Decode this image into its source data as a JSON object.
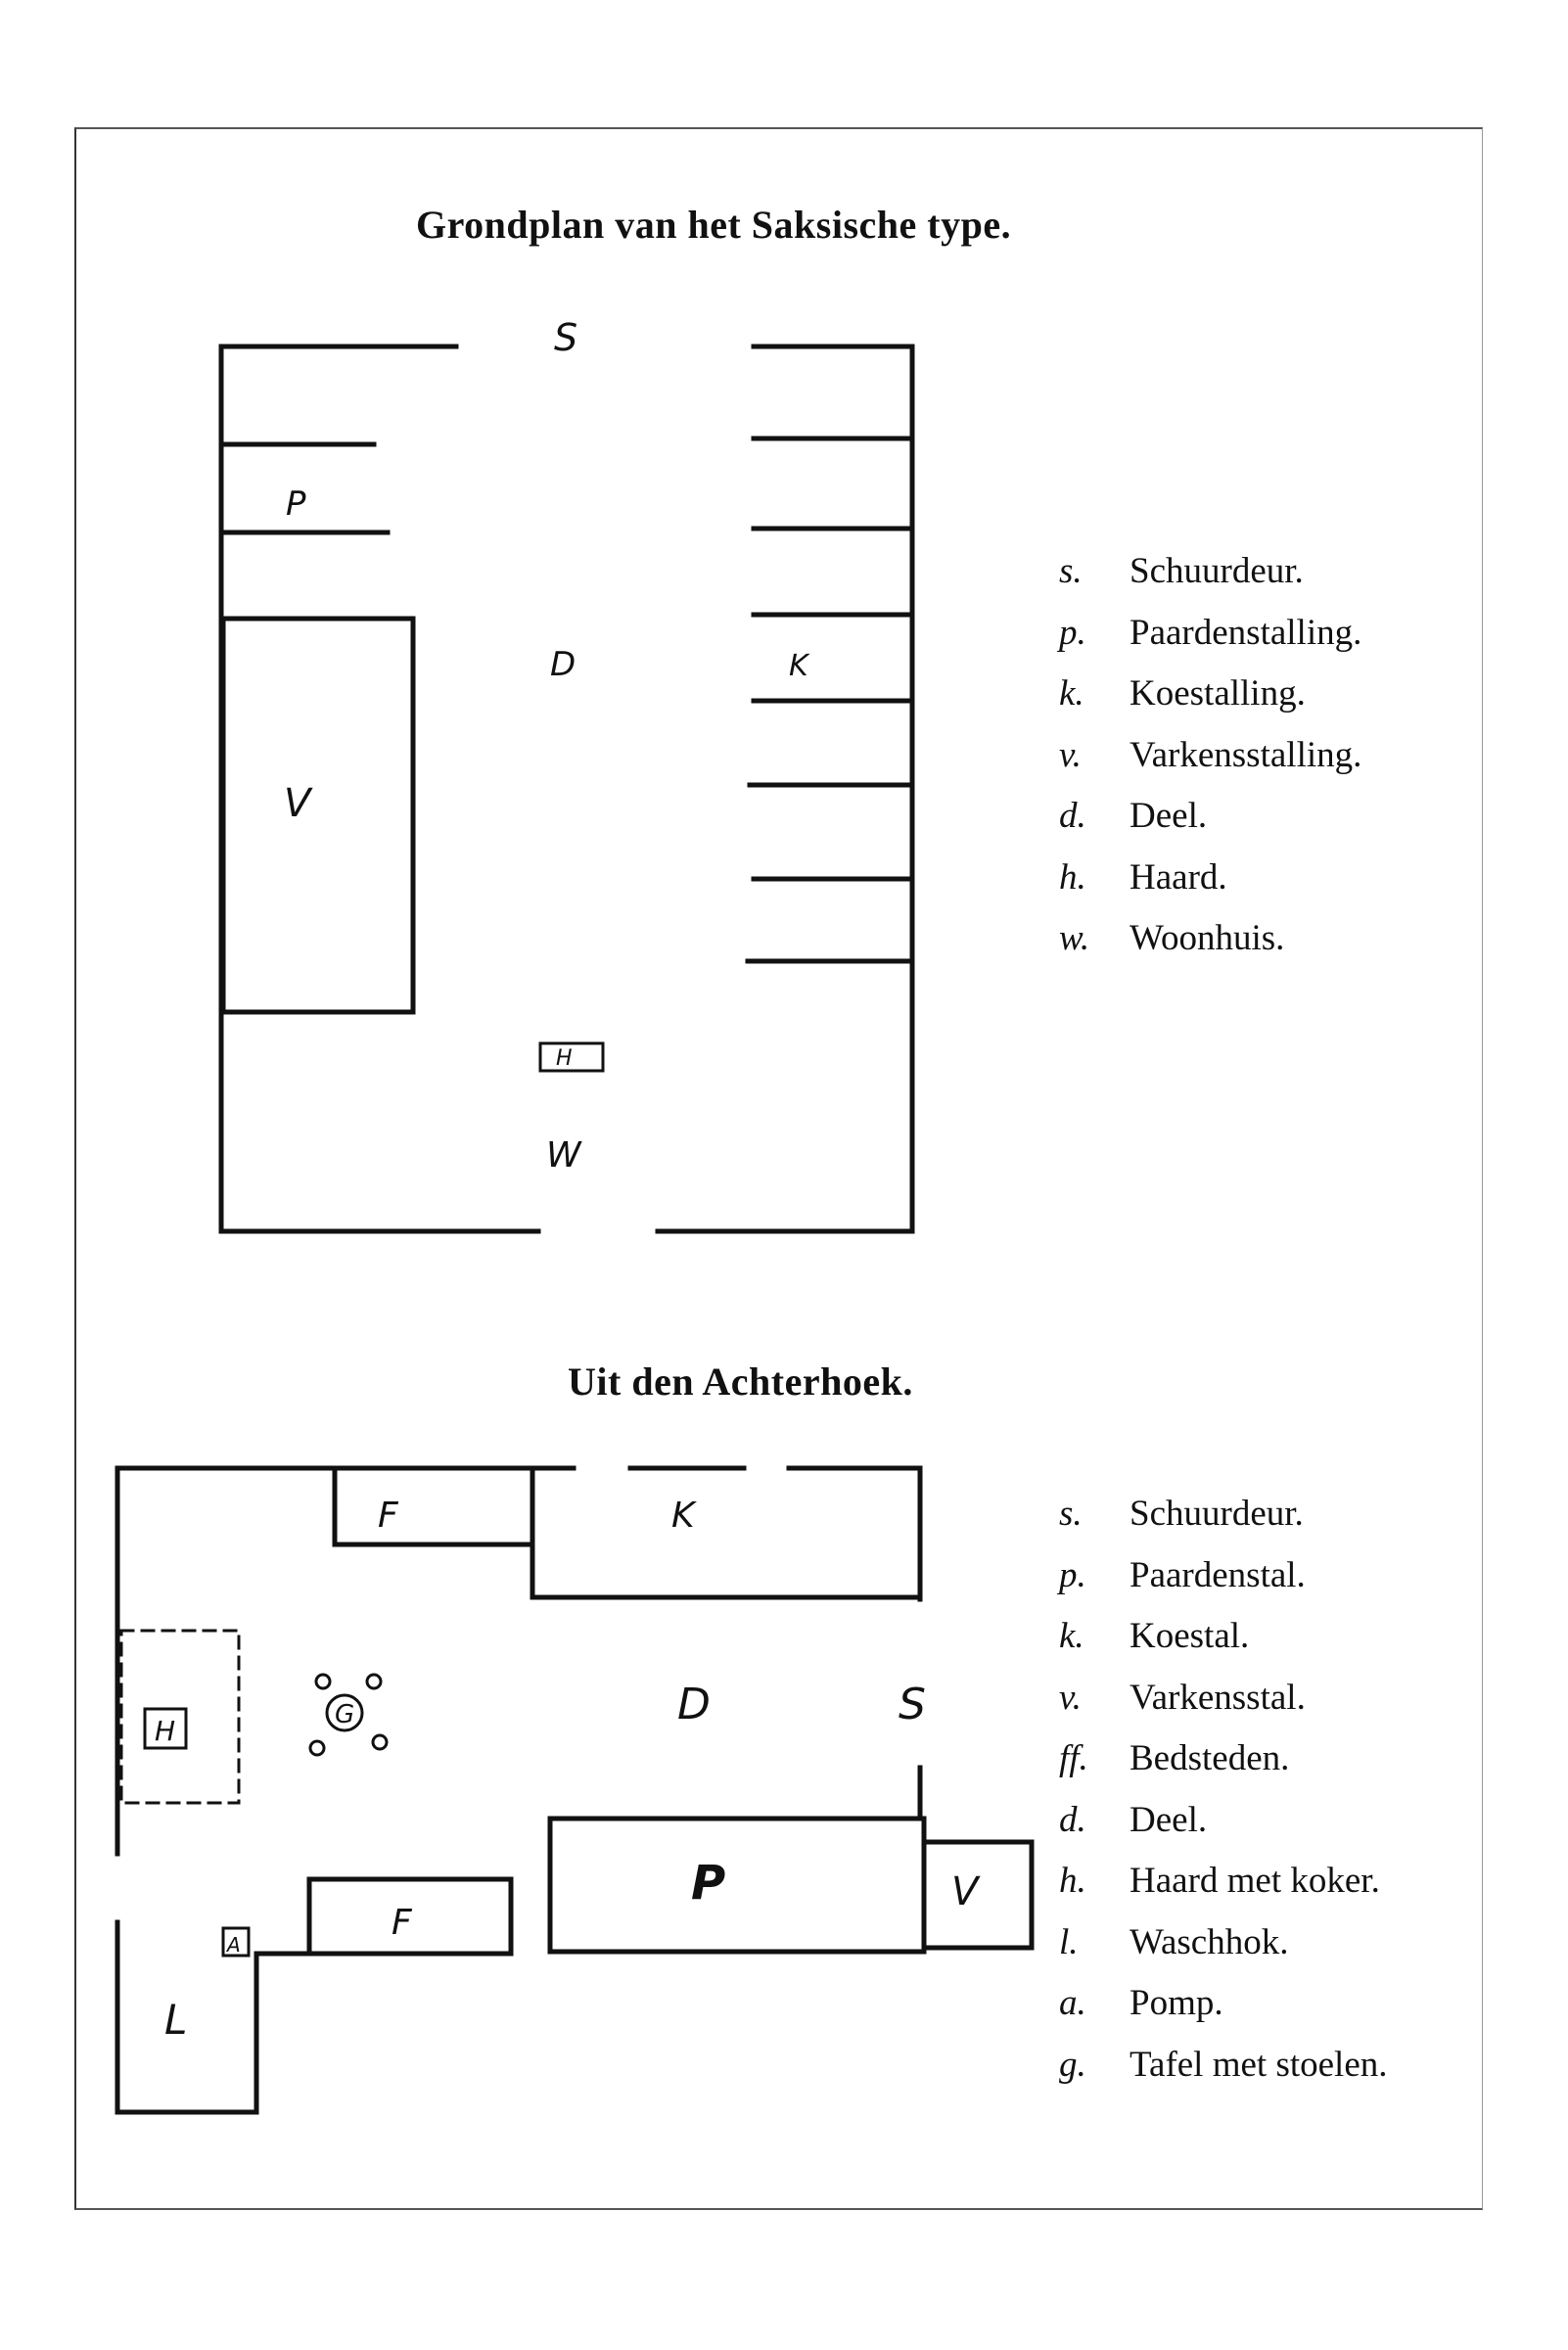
{
  "titles": {
    "top": "Grondplan van het Saksische type.",
    "bottom": "Uit den Achterhoek."
  },
  "plan1": {
    "labels": {
      "s": "S",
      "p": "P",
      "d": "D",
      "k": "K",
      "v": "V",
      "h": "H",
      "w": "W"
    }
  },
  "plan2": {
    "labels": {
      "f_top": "F",
      "k": "K",
      "h": "H",
      "g": "G",
      "d": "D",
      "s": "S",
      "p": "P",
      "v": "V",
      "f_bottom": "F",
      "a": "A",
      "l": "L"
    }
  },
  "legend1": [
    {
      "key": "s.",
      "text": "Schuurdeur."
    },
    {
      "key": "p.",
      "text": "Paardenstalling."
    },
    {
      "key": "k.",
      "text": "Koestalling."
    },
    {
      "key": "v.",
      "text": "Varkensstalling."
    },
    {
      "key": "d.",
      "text": "Deel."
    },
    {
      "key": "h.",
      "text": "Haard."
    },
    {
      "key": "w.",
      "text": "Woonhuis."
    }
  ],
  "legend2": [
    {
      "key": "s.",
      "text": "Schuurdeur."
    },
    {
      "key": "p.",
      "text": "Paardenstal."
    },
    {
      "key": "k.",
      "text": "Koestal."
    },
    {
      "key": "v.",
      "text": "Varkensstal."
    },
    {
      "key": "ff.",
      "text": "Bedsteden."
    },
    {
      "key": "d.",
      "text": "Deel."
    },
    {
      "key": "h.",
      "text": "Haard met koker."
    },
    {
      "key": "l.",
      "text": "Waschhok."
    },
    {
      "key": "a.",
      "text": "Pomp."
    },
    {
      "key": "g.",
      "text": "Tafel met stoelen."
    }
  ]
}
